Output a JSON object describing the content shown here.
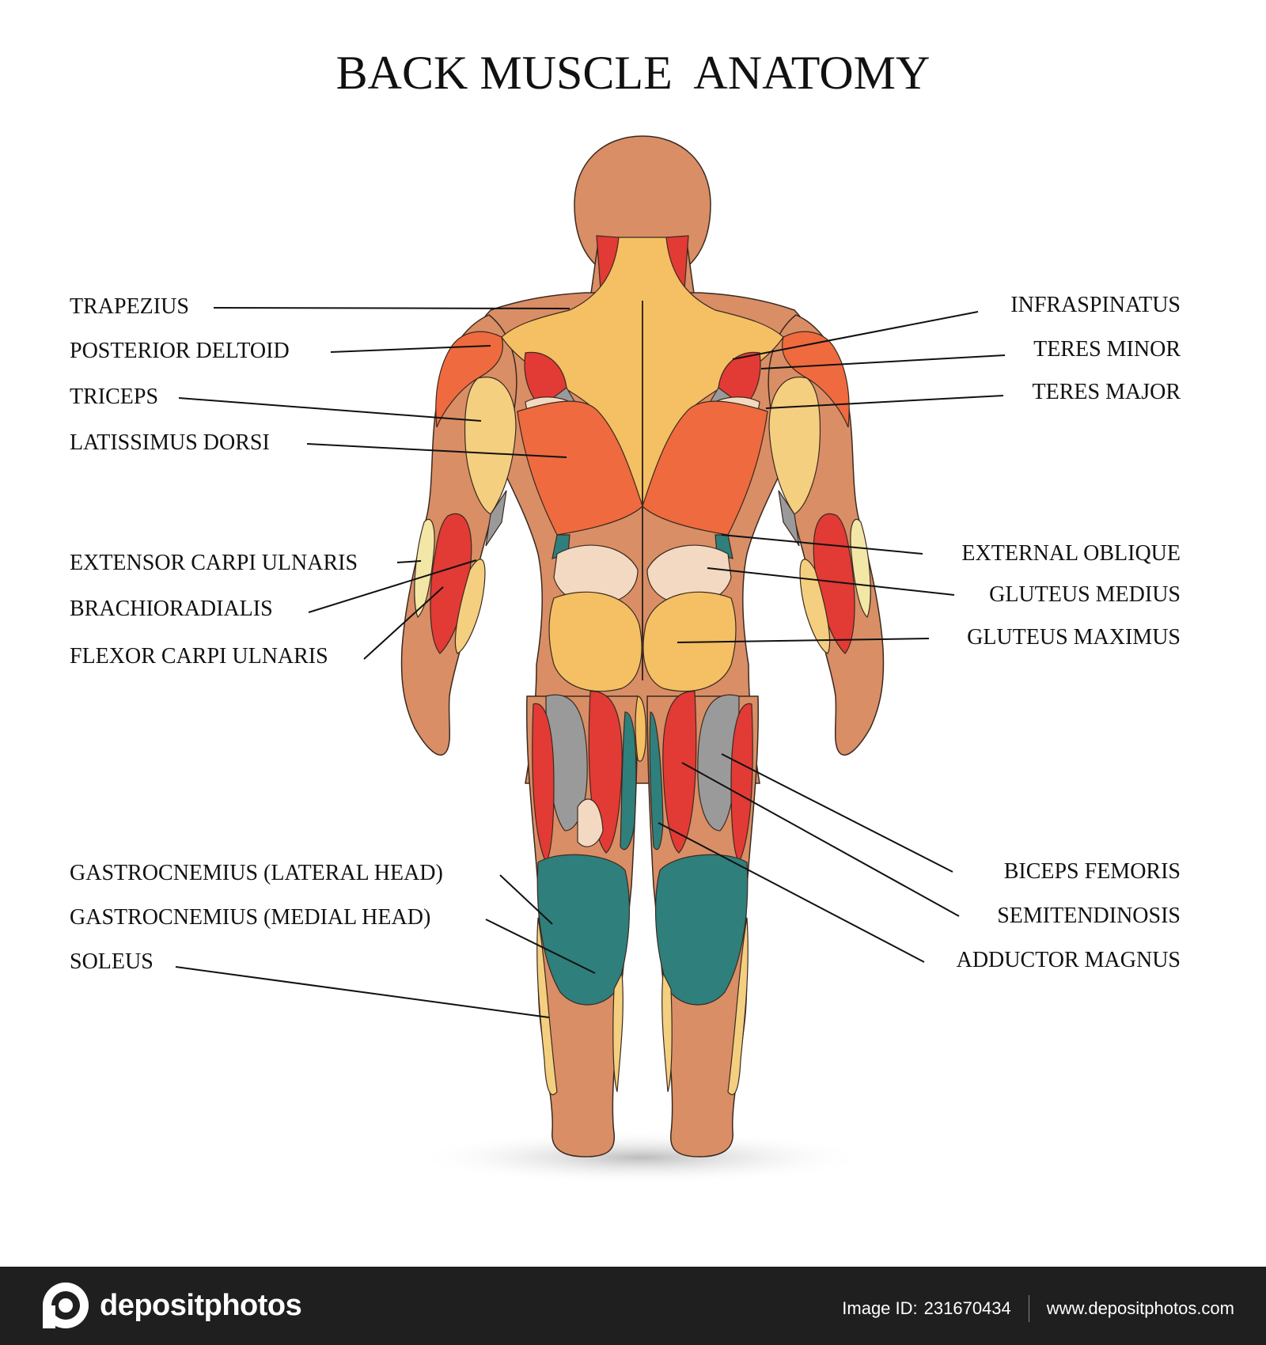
{
  "title": "BACK MUSCLE  ANATOMY",
  "labels": {
    "left": [
      {
        "id": "trapezius",
        "text": "TRAPEZIUS"
      },
      {
        "id": "posterior-deltoid",
        "text": "POSTERIOR DELTOID"
      },
      {
        "id": "triceps",
        "text": "TRICEPS"
      },
      {
        "id": "latissimus-dorsi",
        "text": "LATISSIMUS DORSI"
      },
      {
        "id": "extensor-carpi-ulnaris",
        "text": "EXTENSOR CARPI ULNARIS"
      },
      {
        "id": "brachioradialis",
        "text": "BRACHIORADIALIS"
      },
      {
        "id": "flexor-carpi-ulnaris",
        "text": "FLEXOR CARPI ULNARIS"
      },
      {
        "id": "gastrocnemius-lateral",
        "text": "GASTROCNEMIUS (LATERAL HEAD)"
      },
      {
        "id": "gastrocnemius-medial",
        "text": "GASTROCNEMIUS (MEDIAL HEAD)"
      },
      {
        "id": "soleus",
        "text": "SOLEUS"
      }
    ],
    "right": [
      {
        "id": "infraspinatus",
        "text": "INFRASPINATUS"
      },
      {
        "id": "teres-minor",
        "text": "TERES MINOR"
      },
      {
        "id": "teres-major",
        "text": "TERES MAJOR"
      },
      {
        "id": "external-oblique",
        "text": "EXTERNAL OBLIQUE"
      },
      {
        "id": "gluteus-medius",
        "text": "GLUTEUS MEDIUS"
      },
      {
        "id": "gluteus-maximus",
        "text": "GLUTEUS MAXIMUS"
      },
      {
        "id": "biceps-femoris",
        "text": "BICEPS FEMORIS"
      },
      {
        "id": "semitendinosis",
        "text": "SEMITENDINOSIS"
      },
      {
        "id": "adductor-magnus",
        "text": "ADDUCTOR MAGNUS"
      }
    ]
  },
  "colors": {
    "skin": "#d98e66",
    "trapezius": "#f4c063",
    "deltoid": "#ef6a3e",
    "red": "#e23a35",
    "triceps": "#f4cf80",
    "gray": "#9a9a9a",
    "teal": "#2f7f7c",
    "cream": "#f3d9c2",
    "outline": "#3a2a20"
  },
  "footer": {
    "brand": "depositphotos",
    "image_id_label": "Image ID:",
    "image_id": "231670434",
    "site": "www.depositphotos.com"
  }
}
